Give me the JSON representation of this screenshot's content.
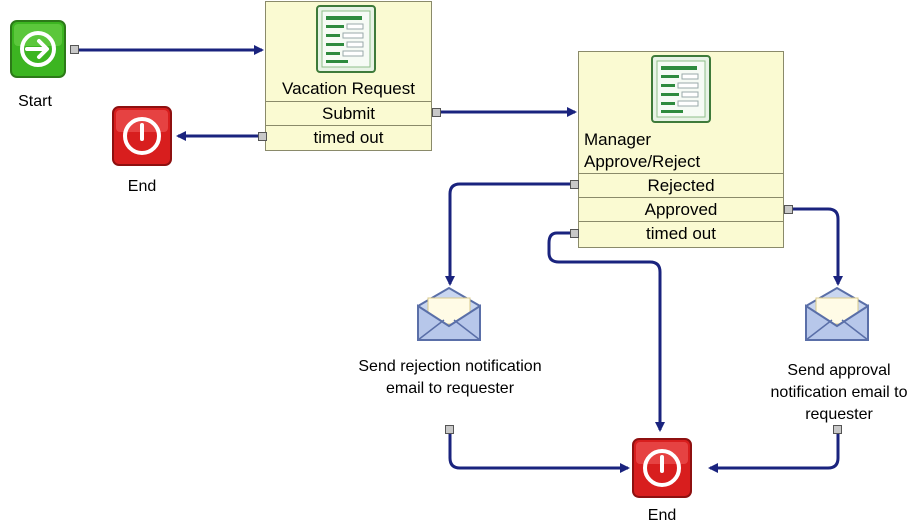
{
  "start": {
    "label": "Start"
  },
  "end_top": {
    "label": "End"
  },
  "end_bottom": {
    "label": "End"
  },
  "vacation_request": {
    "title": "Vacation Request",
    "outcomes": [
      "Submit",
      "timed out"
    ]
  },
  "manager": {
    "title": "Manager Approve/Reject",
    "outcomes": [
      "Rejected",
      "Approved",
      "timed out"
    ]
  },
  "send_rejection": {
    "label": "Send rejection notification email to requester"
  },
  "send_approval": {
    "label": "Send approval notification email to requester"
  },
  "colors": {
    "connector": "#1a237e",
    "activity_fill": "#fafad2",
    "start_green": "#3cb521",
    "end_red": "#d81e1e"
  }
}
